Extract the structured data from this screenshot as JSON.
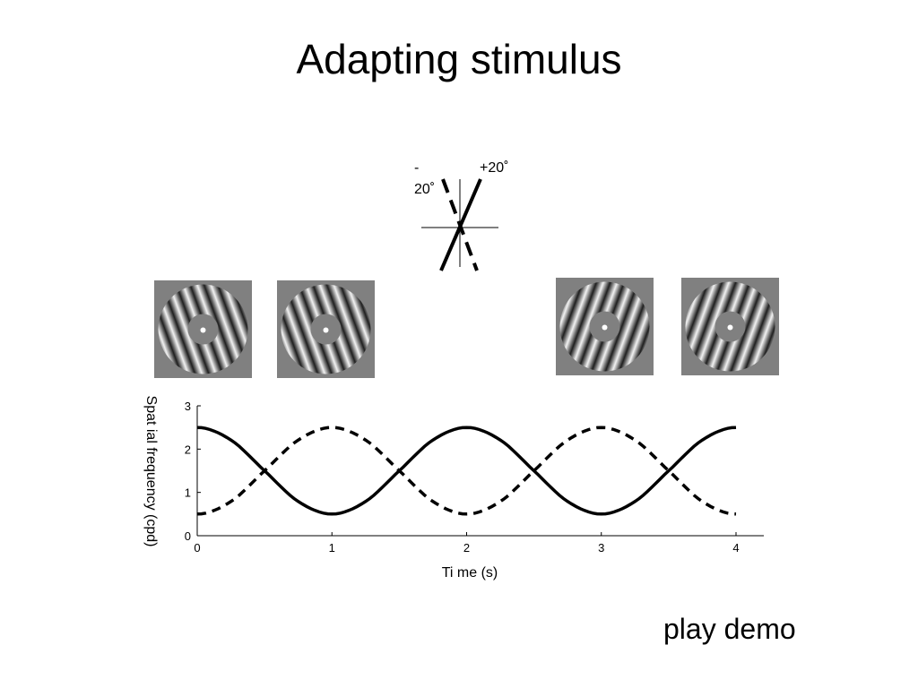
{
  "slide": {
    "title": "Adapting stimulus",
    "play_demo_label": "play demo"
  },
  "orientation_diagram": {
    "minus_label_top": "-",
    "minus_label_bottom": "20˚",
    "plus_label": "+20˚",
    "angles_deg": [
      -20,
      20
    ]
  },
  "stimuli": [
    {
      "orientation_deg": -20,
      "colors": {
        "background": "#808080",
        "fixation": "#ffffff"
      }
    },
    {
      "orientation_deg": -20,
      "colors": {
        "background": "#808080",
        "fixation": "#ffffff"
      }
    },
    {
      "orientation_deg": 20,
      "colors": {
        "background": "#808080",
        "fixation": "#ffffff"
      }
    },
    {
      "orientation_deg": 20,
      "colors": {
        "background": "#808080",
        "fixation": "#ffffff"
      }
    }
  ],
  "chart_data": {
    "type": "line",
    "xlabel": "Ti me (s)",
    "ylabel": "Spat ial frequency (cpd)",
    "xlim": [
      0,
      4
    ],
    "ylim": [
      0,
      3
    ],
    "xticks": [
      0,
      1,
      2,
      3,
      4
    ],
    "yticks": [
      0,
      1,
      2,
      3
    ],
    "grid": false,
    "x": [
      0,
      0.25,
      0.5,
      0.75,
      1,
      1.25,
      1.5,
      1.75,
      2,
      2.25,
      2.5,
      2.75,
      3,
      3.25,
      3.5,
      3.75,
      4
    ],
    "series": [
      {
        "style": "solid",
        "values": [
          2.5,
          2.21,
          1.5,
          0.79,
          0.5,
          0.79,
          1.5,
          2.21,
          2.5,
          2.21,
          1.5,
          0.79,
          0.5,
          0.79,
          1.5,
          2.21,
          2.5
        ]
      },
      {
        "style": "dashed",
        "values": [
          0.5,
          0.79,
          1.5,
          2.21,
          2.5,
          2.21,
          1.5,
          0.79,
          0.5,
          0.79,
          1.5,
          2.21,
          2.5,
          2.21,
          1.5,
          0.79,
          0.5
        ]
      }
    ]
  }
}
